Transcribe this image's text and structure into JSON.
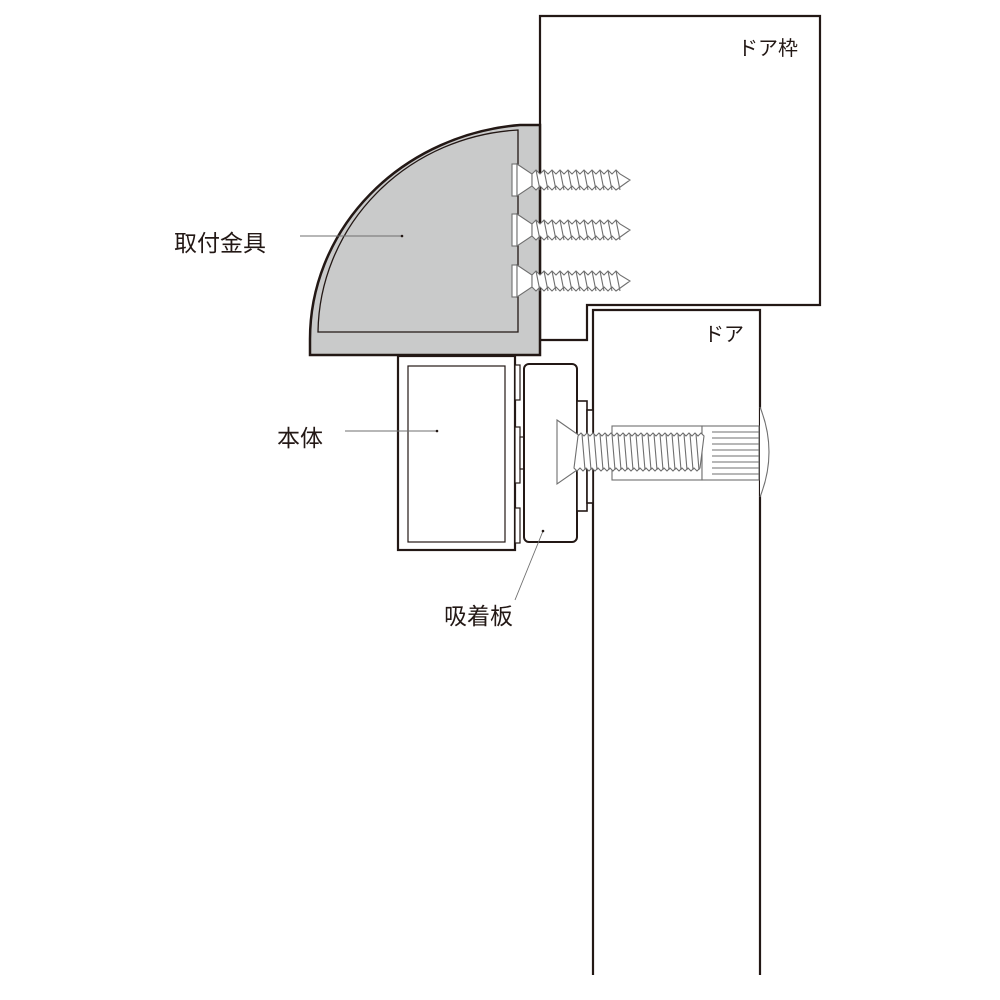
{
  "labels": {
    "door_frame": "ドア枠",
    "door": "ドア",
    "mounting_bracket": "取付金具",
    "body": "本体",
    "strike_plate": "吸着板"
  },
  "colors": {
    "line": "#231815",
    "bracket_fill": "#c9caca",
    "screw": "#6f6f6f"
  }
}
